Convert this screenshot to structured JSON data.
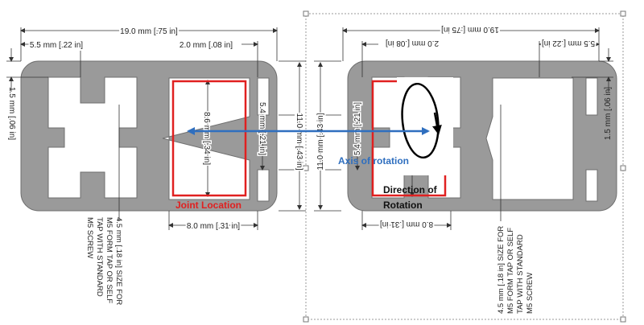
{
  "dimensions": {
    "width_19": "19.0 mm [.75 in]",
    "width_5_5": "5.5 mm [.22 in]",
    "width_2_0": "2.0 mm [.08 in]",
    "height_8_6": "8.6 mm [.34 in]",
    "height_5_4": "5.4 mm [.21 in]",
    "height_11": "11.0 mm [.43 in]",
    "height_1_5": "1.5 mm [.06 in]",
    "width_8_0": "8.0 mm [.31 in]"
  },
  "notes": {
    "tap_line1": "4.5 mm [.18 in] SIZE FOR",
    "tap_line2": "M5 FORM TAP OR SELF",
    "tap_line3": "TAP WITH STANDARD",
    "tap_line4": "M5 SCREW"
  },
  "annotations": {
    "joint_location": "Joint Location",
    "axis_of_rotation": "Axis of rotation",
    "direction_line1": "Direction of",
    "direction_line2": "Rotation"
  },
  "colors": {
    "profile_fill": "#9a9a9a",
    "joint_box": "#e02020",
    "axis_arrow": "#2f6fbf",
    "rotation_arrow": "#000000",
    "dimension_line": "#333333",
    "selection_frame": "#9a9a9a"
  }
}
